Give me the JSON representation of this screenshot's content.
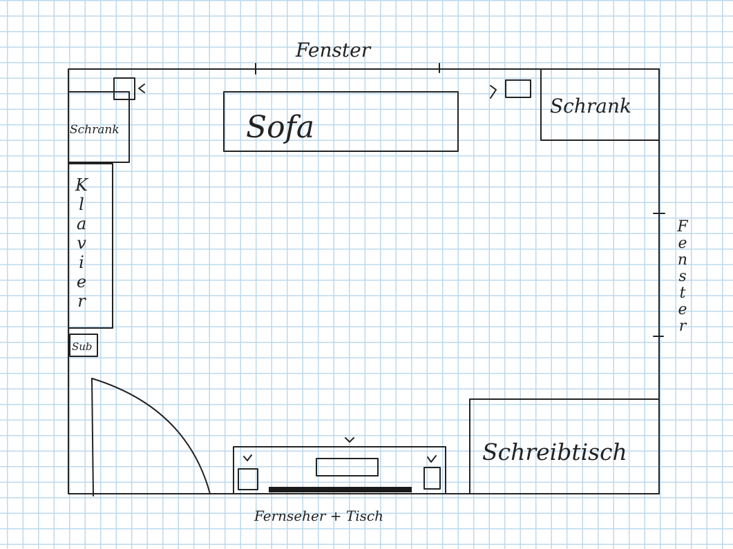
{
  "labels": {
    "window_top": "Fenster",
    "window_right": "Fenster",
    "cabinet_left": "Schrank",
    "cabinet_right": "Schrank",
    "sofa": "Sofa",
    "piano": "Klavier",
    "subwoofer": "Sub",
    "desk": "Schreibtisch",
    "tv_table": "Fernseher + Tisch"
  },
  "colors": {
    "ink": "#222222",
    "grid": "#bcd9ec",
    "tv_bar": "#1a1a1a"
  }
}
